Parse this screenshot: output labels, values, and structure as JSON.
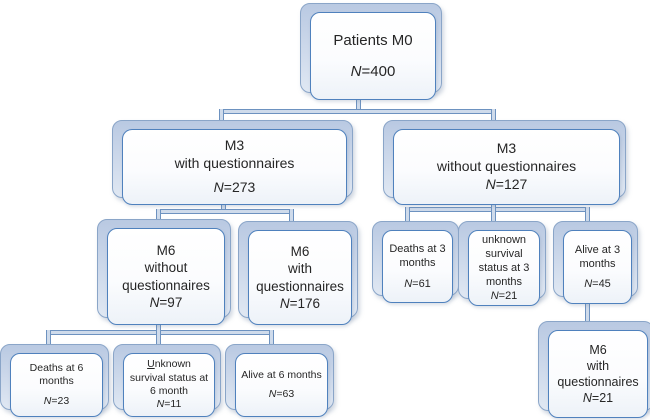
{
  "figure": {
    "description": "Patient flow chart with stacked rounded boxes",
    "colors": {
      "box_border": "#4f81bd",
      "box_fill_top": "#ffffff",
      "box_fill_bottom": "#edf2f8",
      "shadow_fill_top": "#b9c9e2",
      "shadow_fill_bottom": "#e0e8f3",
      "shadow_border": "#8aa5c8",
      "connector_edge": "#6d92c0",
      "connector_fill": "#cfdbeb",
      "text": "#262626"
    }
  },
  "nodes": {
    "m0": {
      "lines": [
        "Patients M0"
      ],
      "n_label": "N",
      "n_value": "=400"
    },
    "m3_with": {
      "lines": [
        "M3",
        "with questionnaires"
      ],
      "n_label": "N",
      "n_value": "=273"
    },
    "m3_without": {
      "lines": [
        "M3",
        "without questionnaires"
      ],
      "n_label": "N",
      "n_value": "=127"
    },
    "m6_without": {
      "lines": [
        "M6",
        "without",
        "questionnaires"
      ],
      "n_label": "N",
      "n_value": "=97"
    },
    "m6_with": {
      "lines": [
        "M6",
        "with",
        "questionnaires"
      ],
      "n_label": "N",
      "n_value": "=176"
    },
    "deaths3": {
      "lines": [
        "Deaths at 3",
        "months"
      ],
      "n_label": "N",
      "n_value": "=61"
    },
    "unknown3": {
      "lines": [
        "unknown",
        "survival",
        "status at 3",
        "months"
      ],
      "n_label": "N",
      "n_value": "=21"
    },
    "alive3": {
      "lines": [
        "Alive at 3",
        "months"
      ],
      "n_label": "N",
      "n_value": "=45"
    },
    "deaths6": {
      "lines": [
        "Deaths at 6",
        "months"
      ],
      "n_label": "N",
      "n_value": "=23"
    },
    "unknown6": {
      "line1_underlined": "U",
      "line1_rest": "nknown",
      "lines": [
        "survival status at",
        "6 month"
      ],
      "n_label": "N",
      "n_value": "=11"
    },
    "alive6": {
      "lines": [
        "Alive at 6 months"
      ],
      "n_label": "N",
      "n_value": "=63"
    },
    "m6_with_21": {
      "lines": [
        "M6",
        "with",
        "questionnaires"
      ],
      "n_label": "N",
      "n_value": "=21"
    }
  }
}
